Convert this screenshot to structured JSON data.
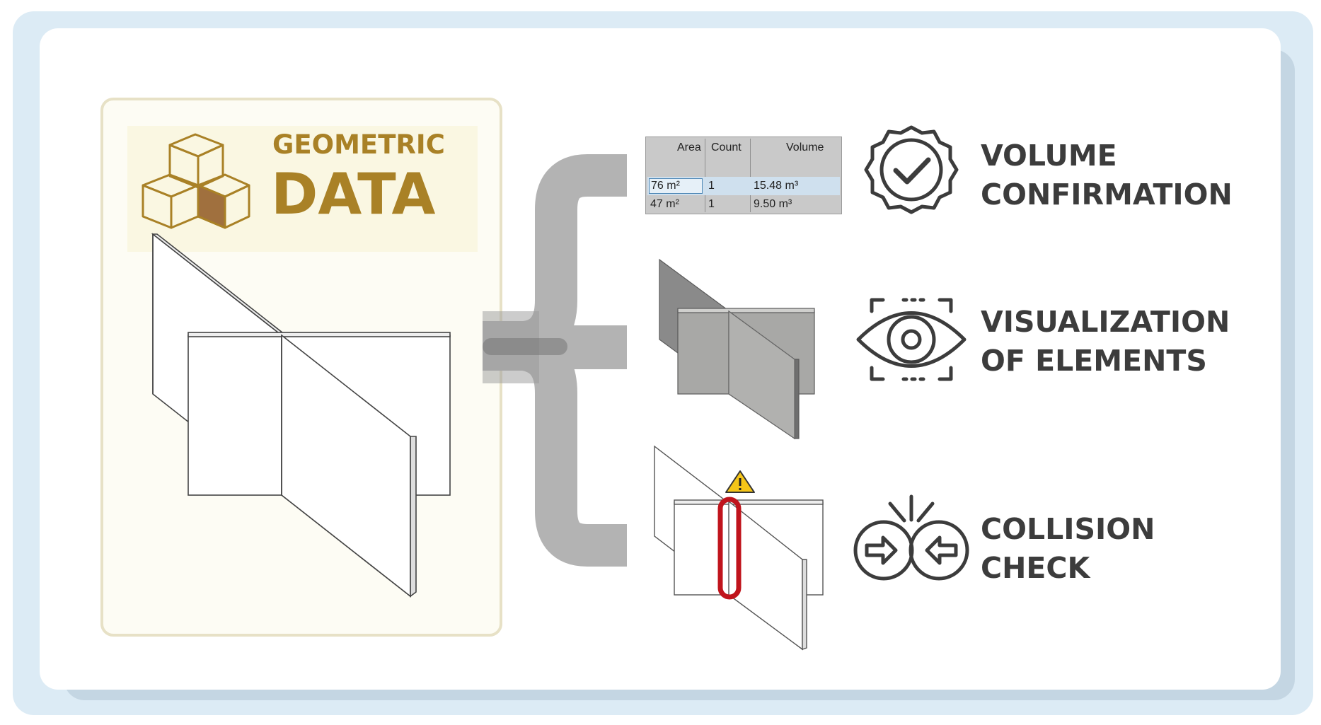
{
  "header": {
    "small": "GEOMETRIC",
    "big": "DATA"
  },
  "table": {
    "columns": [
      "Area",
      "Count",
      "Volume"
    ],
    "rows": [
      {
        "area": "76 m²",
        "count": "1",
        "volume": "15.48 m³"
      },
      {
        "area": "47 m²",
        "count": "1",
        "volume": "9.50 m³"
      }
    ]
  },
  "features": [
    {
      "line1": "VOLUME",
      "line2": "CONFIRMATION",
      "icon": "badge-check-icon"
    },
    {
      "line1": "VISUALIZATION",
      "line2": "OF ELEMENTS",
      "icon": "eye-scan-icon"
    },
    {
      "line1": "COLLISION",
      "line2": "CHECK",
      "icon": "collision-arrows-icon"
    }
  ],
  "colors": {
    "gold": "#a98126",
    "dark_text": "#3c3c3c",
    "connector": "#b3b3b3",
    "warning": "#f5c518",
    "collision": "#c0141c"
  }
}
